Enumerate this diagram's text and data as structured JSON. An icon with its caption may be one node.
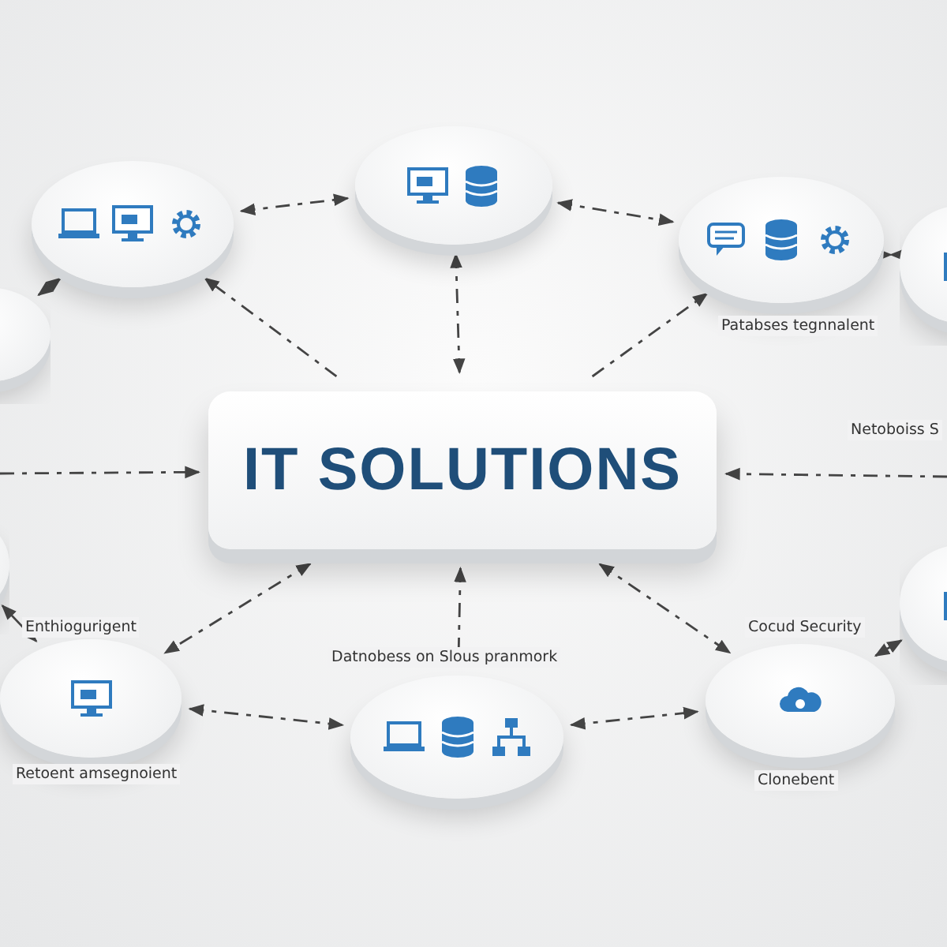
{
  "diagram": {
    "nodes": [
      {
        "text": [
          "IT SOLUTIONS"
        ]
      },
      {
        "text": [],
        "shape": "circle"
      },
      {
        "text": [],
        "shape": "circle"
      },
      {
        "text": [],
        "shape": "circle",
        "beside": [
          "Patabses tegnnalent"
        ]
      },
      {
        "text": [],
        "shape": "circle"
      },
      {
        "text": [],
        "shape": "circle"
      },
      {
        "text": [],
        "shape": "circle"
      },
      {
        "text": [],
        "shape": "circle",
        "beside": [
          "Enthiogurigent",
          "Retoent amsegnoient"
        ]
      },
      {
        "text": [],
        "shape": "circle",
        "beside": [
          "Datnobess on Slous pranmork"
        ]
      },
      {
        "text": [],
        "shape": "circle",
        "beside": [
          "Cocud Security",
          "Clonebent"
        ]
      },
      {
        "text": [],
        "shape": "circle"
      }
    ],
    "edges": [
      {
        "from": 1,
        "to": 2,
        "arrow": "both",
        "style": "dashed"
      },
      {
        "from": 2,
        "to": 0,
        "arrow": "both",
        "style": "dashed"
      },
      {
        "from": 2,
        "to": 3,
        "arrow": "both",
        "style": "dashed"
      },
      {
        "from": 3,
        "to": 4,
        "arrow": "both"
      },
      {
        "from": 5,
        "to": 1,
        "arrow": "both"
      },
      {
        "from": 0,
        "to": 1,
        "arrow": "to",
        "style": "dashed"
      },
      {
        "from": 0,
        "to": 3,
        "arrow": "to",
        "style": "dashed"
      },
      {
        "from": null,
        "to": 0,
        "arrow": "to",
        "style": "dashed"
      },
      {
        "from": null,
        "to": 0,
        "arrow": "to",
        "style": "dashed"
      },
      {
        "from": 0,
        "to": 7,
        "arrow": "both",
        "style": "dashed"
      },
      {
        "from": 0,
        "to": 8,
        "arrow": "both",
        "style": "dashed"
      },
      {
        "from": 0,
        "to": 9,
        "arrow": "both",
        "style": "dashed"
      },
      {
        "from": 6,
        "to": 7,
        "arrow": "both"
      },
      {
        "from": 7,
        "to": 8,
        "arrow": "both",
        "style": "dashed"
      },
      {
        "from": 8,
        "to": 9,
        "arrow": "both",
        "style": "dashed"
      },
      {
        "from": 9,
        "to": 10,
        "arrow": "both"
      }
    ],
    "labels": [
      "Netoboiss S"
    ]
  }
}
